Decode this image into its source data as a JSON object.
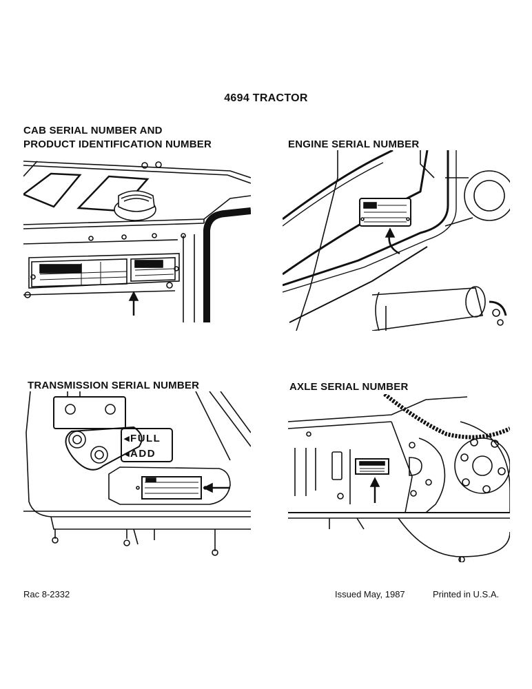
{
  "page": {
    "title": "4694 TRACTOR",
    "footer_ref": "Rac 8-2332",
    "footer_issued": "Issued May, 1987",
    "footer_printed": "Printed in U.S.A."
  },
  "figures": [
    {
      "heading_line1": "CAB SERIAL NUMBER AND",
      "heading_line2": "PRODUCT IDENTIFICATION NUMBER"
    },
    {
      "heading": "ENGINE SERIAL NUMBER"
    },
    {
      "heading": "TRANSMISSION SERIAL NUMBER",
      "label_full": "◂FULL",
      "label_add": "◂ADD"
    },
    {
      "heading": "AXLE SERIAL NUMBER"
    }
  ]
}
